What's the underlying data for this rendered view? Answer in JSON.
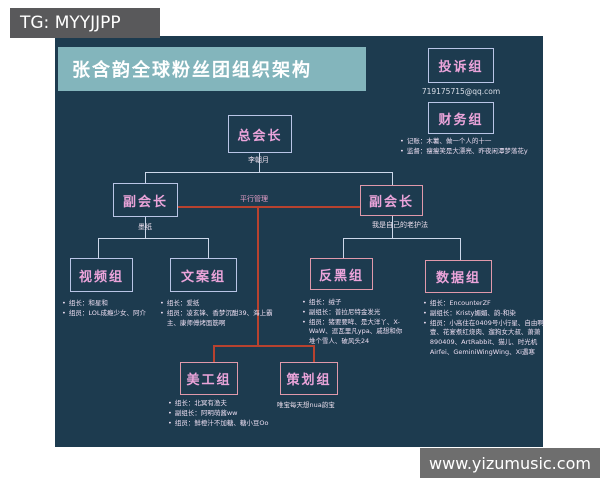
{
  "tg_badge": "TG: MYYJJPP",
  "watermark": "www.yizumusic.com",
  "chart": {
    "title": "张含韵全球粉丝团组织架构",
    "parallel_label": "平行管理",
    "complaint": {
      "title": "投诉组",
      "email": "719175715@qq.com"
    },
    "finance": {
      "title": "财务组",
      "notes": [
        "记账：木薯、做一个人的十一",
        "监督：瘦瘦笑是大漂亮、昨夜闲潭梦落花y"
      ]
    },
    "president": {
      "title": "总会长",
      "name": "李朝月"
    },
    "vp_left": {
      "title": "副会长",
      "name": "墨纸"
    },
    "vp_right": {
      "title": "副会长",
      "name": "我是自己的老护法"
    },
    "video": {
      "title": "视频组",
      "notes": [
        "组长：和星和",
        "组员：LOL成瘾少女、阿介"
      ]
    },
    "copywriting": {
      "title": "文案组",
      "notes": [
        "组长：爱纸",
        "组员：凌玄锋、香梦沉酣39、海上霸主、康师傅烤面筋啊"
      ]
    },
    "antiblack": {
      "title": "反黑组",
      "notes": [
        "组长：绒子",
        "副组长：普拉尼特金发光",
        "组员：猪要要哞、是大洋丫、X-WaW、逗瓦里凡ypa、戚想和你堆个雪人、破风头24"
      ]
    },
    "data_group": {
      "title": "数据组",
      "notes": [
        "组长：EncounterZF",
        "副组长：Kristy媚媚、韵-和染",
        "组员：小高住在0409号小行星、自由啊壹、花宴煮红烧肉、遛狗女大叔、萧萧890409、ArtRabbit、猫儿、时光机Airfei、GeminiWingWing、Xi遇寒"
      ]
    },
    "art": {
      "title": "美工组",
      "notes": [
        "组长：北冥有渔夫",
        "副组长：阿明萌酱ww",
        "组员：鲜橙汁不加糖、糖小豆Oo"
      ]
    },
    "planning": {
      "title": "策划组",
      "caption": "唯宝每天想nua韵宝"
    }
  },
  "colors": {
    "panel_background": "#1d3b4f",
    "banner": "#83b5bc",
    "blue_border": "#b9c5e6",
    "pink_border": "#e099ab",
    "box_title": "#eba4da",
    "red_line": "#b8422f",
    "blue_line": "#cdd8ea",
    "badge_gray": "#59595b",
    "watermark_gray": "#6e6e6e"
  }
}
